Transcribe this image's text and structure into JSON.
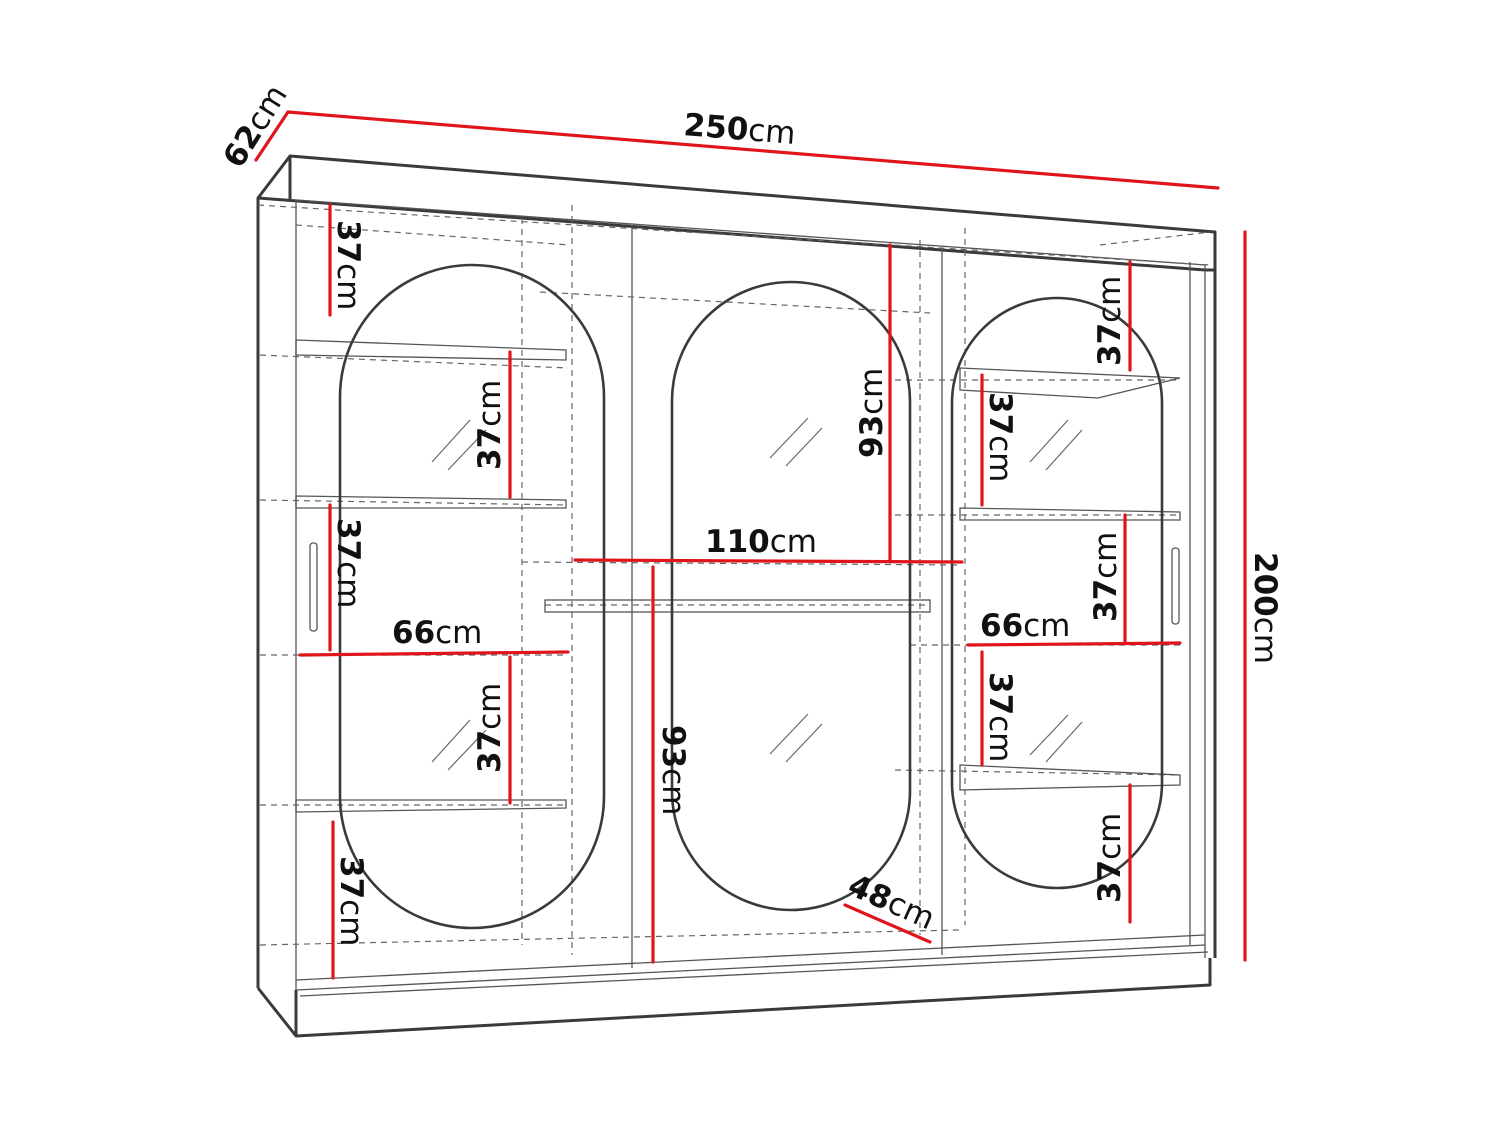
{
  "dimension_color": "#e0151b",
  "outline_color": "#3a3a3a",
  "dimensions": {
    "width": {
      "value": "250",
      "unit": "cm"
    },
    "depth": {
      "value": "62",
      "unit": "cm"
    },
    "height": {
      "value": "200",
      "unit": "cm"
    },
    "middle_width": {
      "value": "110",
      "unit": "cm"
    },
    "middle_upper_height": {
      "value": "93",
      "unit": "cm"
    },
    "middle_lower_height": {
      "value": "93",
      "unit": "cm"
    },
    "door_depth": {
      "value": "48",
      "unit": "cm"
    },
    "left_width": {
      "value": "66",
      "unit": "cm"
    },
    "right_width": {
      "value": "66",
      "unit": "cm"
    },
    "left_outer_1": {
      "value": "37",
      "unit": "cm"
    },
    "left_outer_2": {
      "value": "37",
      "unit": "cm"
    },
    "left_outer_3": {
      "value": "37",
      "unit": "cm"
    },
    "left_inner_1": {
      "value": "37",
      "unit": "cm"
    },
    "left_inner_2": {
      "value": "37",
      "unit": "cm"
    },
    "right_outer_1": {
      "value": "37",
      "unit": "cm"
    },
    "right_outer_2": {
      "value": "37",
      "unit": "cm"
    },
    "right_outer_3": {
      "value": "37",
      "unit": "cm"
    },
    "right_inner_1": {
      "value": "37",
      "unit": "cm"
    },
    "right_inner_2": {
      "value": "37",
      "unit": "cm"
    }
  }
}
